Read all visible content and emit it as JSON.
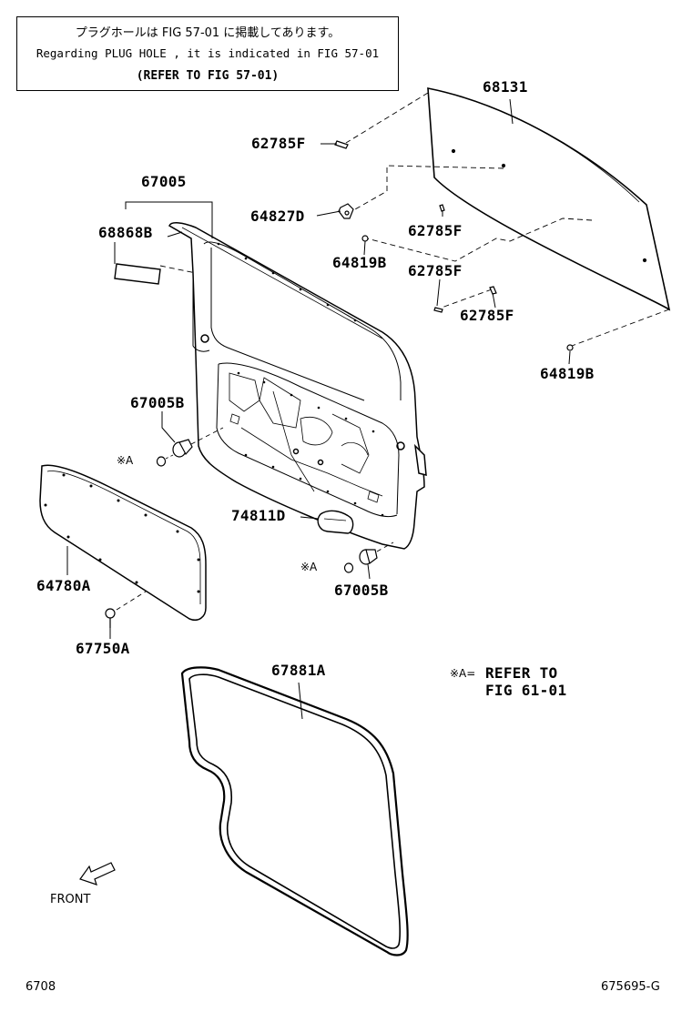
{
  "note": {
    "line_jp": "プラグホールは FIG 57-01 に掲載してあります。",
    "line_en": "Regarding PLUG HOLE , it is indicated in FIG 57-01",
    "line_ref": "(REFER TO FIG 57-01)"
  },
  "parts": {
    "p68131": "68131",
    "p62785F_a": "62785F",
    "p67005": "67005",
    "p64827D": "64827D",
    "p62785F_b": "62785F",
    "p68868B": "68868B",
    "p64819B_a": "64819B",
    "p62785F_c": "62785F",
    "p62785F_d": "62785F",
    "p64819B_b": "64819B",
    "p67005B_a": "67005B",
    "p74811D": "74811D",
    "p64780A": "64780A",
    "p67005B_b": "67005B",
    "p67750A": "67750A",
    "p67881A": "67881A"
  },
  "refs": {
    "ref_a1": "※A",
    "ref_a2": "※A",
    "ref_note_mark": "※A=",
    "ref_note_l1": "REFER TO",
    "ref_note_l2": "FIG 61-01"
  },
  "footer": {
    "front": "FRONT",
    "left_code": "6708",
    "right_code": "675695-G"
  }
}
